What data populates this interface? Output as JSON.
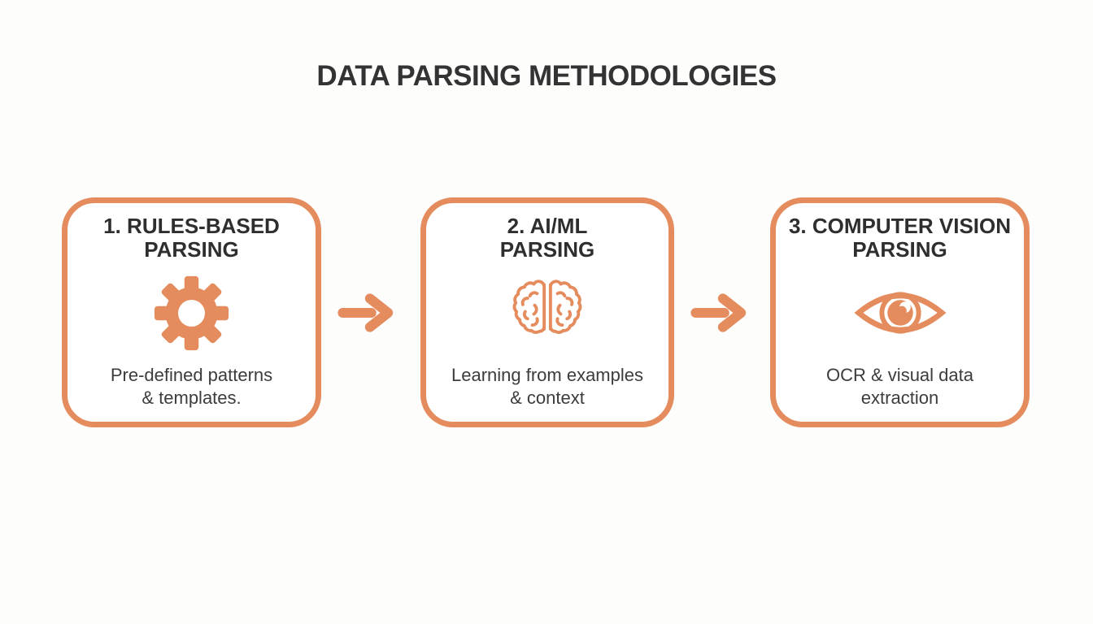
{
  "title": "DATA PARSING METHODOLOGIES",
  "colors": {
    "accent": "#E58C5E",
    "title_text": "#333333",
    "heading_text": "#2E2E2E",
    "body_text": "#3C3C3C",
    "background": "#FDFDFC",
    "card_background": "#FFFFFF"
  },
  "steps": [
    {
      "heading_line1": "1. RULES-BASED",
      "heading_line2": "PARSING",
      "icon": "gear-icon",
      "description_line1": "Pre-defined patterns",
      "description_line2": "& templates."
    },
    {
      "heading_line1": "2. AI/ML",
      "heading_line2": "PARSING",
      "icon": "brain-icon",
      "description_line1": "Learning from examples",
      "description_line2": "& context"
    },
    {
      "heading_line1": "3. COMPUTER VISION",
      "heading_line2": "PARSING",
      "icon": "eye-icon",
      "description_line1": "OCR & visual data",
      "description_line2": "extraction"
    }
  ],
  "connectors": [
    {
      "icon": "arrow-right-icon"
    },
    {
      "icon": "arrow-right-icon"
    }
  ]
}
